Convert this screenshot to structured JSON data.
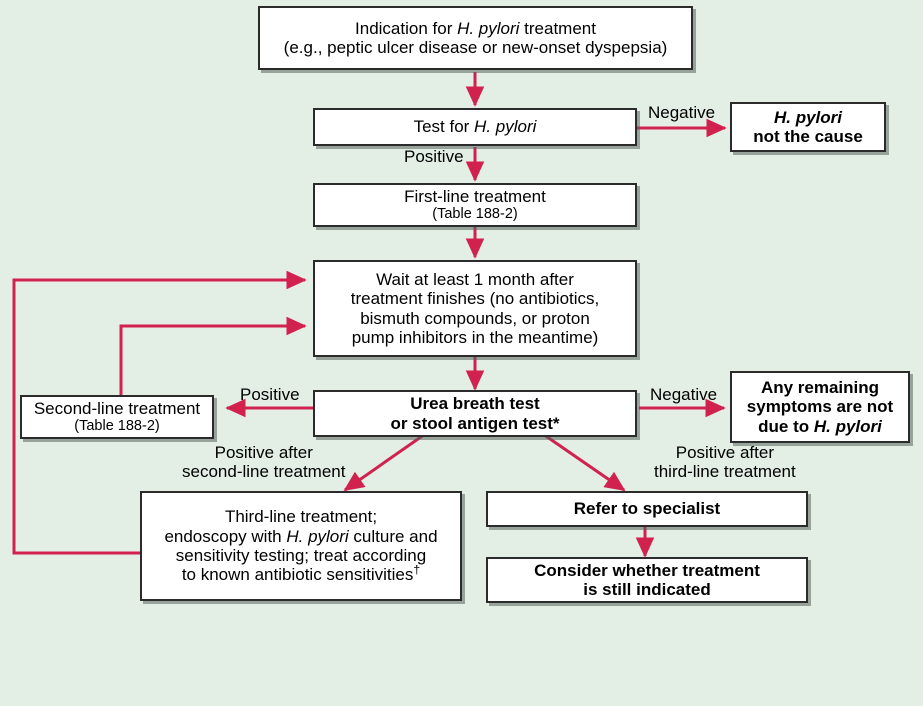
{
  "figure": {
    "type": "flowchart",
    "subject": "Helicobacter pylori treatment algorithm",
    "background_color": "#e3efe5",
    "arrow_color": "#d0214f",
    "box_border_color": "#2b2b2b",
    "box_fill_color": "#ffffff"
  },
  "nodes": {
    "indication": {
      "line1_a": "Indication for ",
      "line1_b": "H. pylori",
      "line1_c": " treatment",
      "line2": "(e.g., peptic ulcer disease or new-onset dyspepsia)"
    },
    "test": {
      "line1_a": "Test for ",
      "line1_b": "H. pylori"
    },
    "not_cause": {
      "line1": "H. pylori",
      "line2": "not the cause"
    },
    "first_line": {
      "line1": "First-line treatment",
      "line2": "(Table 188-2)"
    },
    "wait": {
      "line1": "Wait at least 1 month after",
      "line2": "treatment finishes (no antibiotics,",
      "line3": "bismuth compounds, or proton",
      "line4": "pump inhibitors in the meantime)"
    },
    "second_line": {
      "line1": "Second-line treatment",
      "line2": "(Table 188-2)"
    },
    "urea": {
      "line1": "Urea breath test",
      "line2": "or stool antigen test*"
    },
    "no_symptoms": {
      "line1": "Any remaining",
      "line2": "symptoms are not",
      "line3_a": "due to ",
      "line3_b": "H. pylori"
    },
    "third_line": {
      "line1": "Third-line treatment;",
      "line2_a": "endoscopy with ",
      "line2_b": "H. pylori",
      "line2_c": " culture and",
      "line3": "sensitivity testing; treat according",
      "line4": "to known antibiotic sensitivities",
      "line4_dagger": "†"
    },
    "refer": {
      "line1": "Refer to specialist"
    },
    "consider": {
      "line1": "Consider whether treatment",
      "line2": "is still indicated"
    }
  },
  "edge_labels": {
    "test_negative": "Negative",
    "test_positive": "Positive",
    "urea_positive_left": "Positive",
    "urea_negative_right": "Negative",
    "positive_after_second": "Positive after\nsecond-line treatment",
    "positive_after_third": "Positive after\nthird-line treatment"
  }
}
